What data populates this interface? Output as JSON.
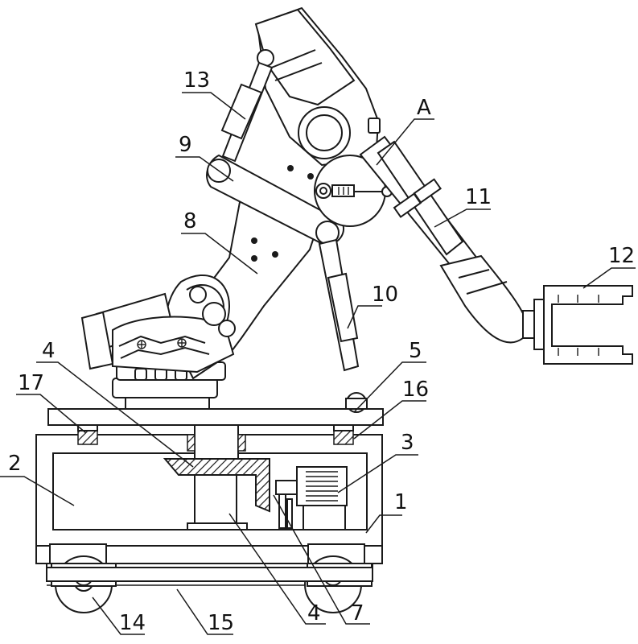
{
  "labels": {
    "l1": "1",
    "l2": "2",
    "l3": "3",
    "l4a": "4",
    "l4b": "4",
    "l5": "5",
    "l7": "7",
    "l8": "8",
    "l9": "9",
    "l10": "10",
    "l11": "11",
    "l12": "12",
    "l13": "13",
    "l14": "14",
    "l15": "15",
    "l16": "16",
    "l17": "17",
    "lA": "A"
  },
  "colors": {
    "line": "#1a1a1a",
    "background": "#ffffff"
  }
}
